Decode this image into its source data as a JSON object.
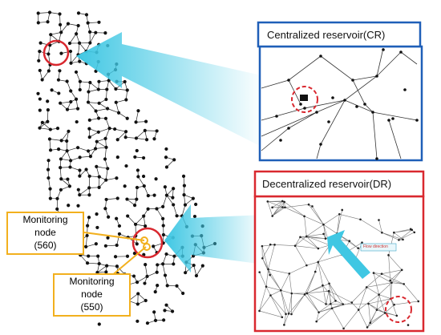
{
  "cr_panel": {
    "title": "Centralized reservoir(CR)",
    "border_color": "#1f5fb8"
  },
  "dr_panel": {
    "title": "Decentralized reservoir(DR)",
    "border_color": "#d9282f",
    "arrow_label": "Flow direction"
  },
  "monitoring_nodes": [
    {
      "line1": "Monitoring",
      "line2": "node",
      "line3": "(560)"
    },
    {
      "line1": "Monitoring",
      "line2": "node",
      "line3": "(550)"
    }
  ],
  "colors": {
    "highlight_circle": "#d9282f",
    "monitor_box": "#f2b01e",
    "callout_arrow": "#3fc7e3"
  }
}
